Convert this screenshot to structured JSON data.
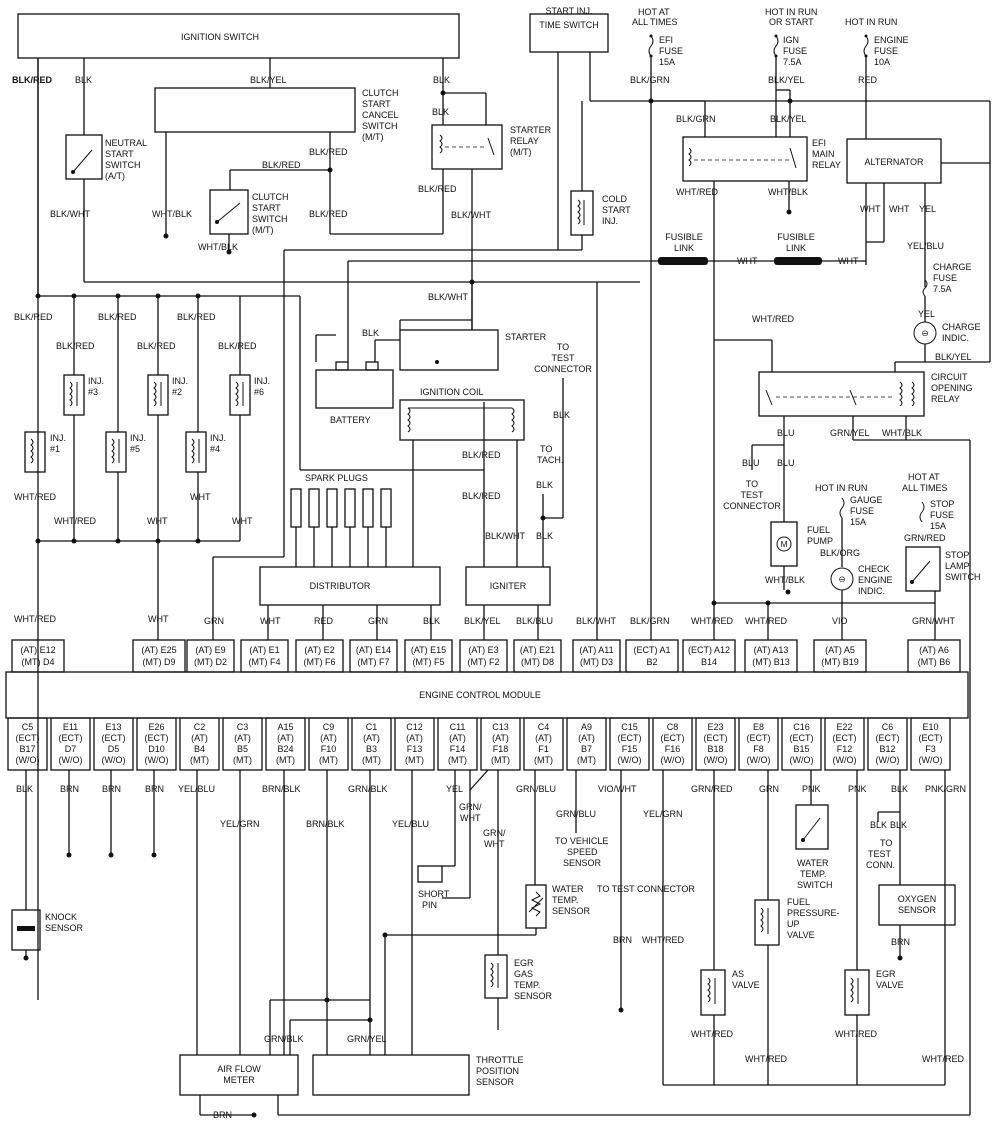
{
  "components": {
    "ignition_switch": "IGNITION SWITCH",
    "clutch_cancel": [
      "CLUTCH",
      "START",
      "CANCEL",
      "SWITCH",
      "(M/T)"
    ],
    "neutral_switch": [
      "NEUTRAL",
      "START",
      "SWITCH",
      "(A/T)"
    ],
    "clutch_start": [
      "CLUTCH",
      "START",
      "SWITCH",
      "(M/T)"
    ],
    "starter_relay": [
      "STARTER",
      "RELAY",
      "(M/T)"
    ],
    "start_inj_time": [
      "START INJ.",
      "TIME SWITCH"
    ],
    "cold_start": [
      "COLD",
      "START",
      "INJ."
    ],
    "efi_fuse": [
      "HOT AT",
      "ALL TIMES",
      "EFI",
      "FUSE",
      "15A"
    ],
    "ign_fuse": [
      "HOT IN RUN",
      "OR START",
      "IGN",
      "FUSE",
      "7.5A"
    ],
    "engine_fuse": [
      "HOT IN RUN",
      "ENGINE",
      "FUSE",
      "10A"
    ],
    "efi_main_relay": [
      "EFI",
      "MAIN",
      "RELAY"
    ],
    "alternator": "ALTERNATOR",
    "fusible_link": [
      "FUSIBLE",
      "LINK"
    ],
    "charge_fuse": [
      "CHARGE",
      "FUSE",
      "7.5A"
    ],
    "charge_indic": [
      "CHARGE",
      "INDIC."
    ],
    "starter": "STARTER",
    "battery": "BATTERY",
    "ignition_coil": "IGNITION COIL",
    "to_test_connector": [
      "TO",
      "TEST",
      "CONNECTOR"
    ],
    "to_tach": [
      "TO",
      "TACH."
    ],
    "circuit_opening_relay": [
      "CIRCUIT",
      "OPENING",
      "RELAY"
    ],
    "spark_plugs": "SPARK PLUGS",
    "distributor": "DISTRIBUTOR",
    "igniter": "IGNITER",
    "fuel_pump": [
      "FUEL",
      "PUMP"
    ],
    "gauge_fuse": [
      "HOT IN RUN",
      "GAUGE",
      "FUSE",
      "15A"
    ],
    "stop_fuse": [
      "HOT AT",
      "ALL TIMES",
      "STOP",
      "FUSE",
      "15A"
    ],
    "check_engine": [
      "CHECK",
      "ENGINE",
      "INDIC."
    ],
    "stop_lamp": [
      "STOP",
      "LAMP",
      "SWITCH"
    ],
    "ecm": "ENGINE CONTROL MODULE",
    "knock_sensor": [
      "KNOCK",
      "SENSOR"
    ],
    "short_pin": [
      "SHORT",
      "PIN"
    ],
    "water_temp_sensor": [
      "WATER",
      "TEMP.",
      "SENSOR"
    ],
    "to_vss": [
      "TO VEHICLE",
      "SPEED",
      "SENSOR"
    ],
    "to_test_conn_low": "TO TEST CONNECTOR",
    "egr_gas": [
      "EGR",
      "GAS",
      "TEMP.",
      "SENSOR"
    ],
    "as_valve": [
      "AS",
      "VALVE"
    ],
    "fuel_pressure_up": [
      "FUEL",
      "PRESSURE-",
      "UP",
      "VALVE"
    ],
    "water_temp_switch": [
      "WATER",
      "TEMP.",
      "SWITCH"
    ],
    "egr_valve": [
      "EGR",
      "VALVE"
    ],
    "to_test_conn_right": [
      "TO",
      "TEST",
      "CONN."
    ],
    "oxygen_sensor": [
      "OXYGEN",
      "SENSOR"
    ],
    "air_flow_meter": [
      "AIR FLOW",
      "METER"
    ],
    "tps": [
      "THROTTLE",
      "POSITION",
      "SENSOR"
    ],
    "injectors": {
      "inj1": "INJ.",
      "inj1n": "#1",
      "inj3": "INJ.",
      "inj3n": "#3",
      "inj5": "INJ.",
      "inj5n": "#5",
      "inj2": "INJ.",
      "inj2n": "#2",
      "inj4": "INJ.",
      "inj4n": "#4",
      "inj6": "INJ.",
      "inj6n": "#6"
    }
  },
  "wires": {
    "blk_red": "BLK/RED",
    "blk": "BLK",
    "blk_yel": "BLK/YEL",
    "blk_wht": "BLK/WHT",
    "wht_blk": "WHT/BLK",
    "blk_grn": "BLK/GRN",
    "wht_red": "WHT/RED",
    "red": "RED",
    "wht": "WHT",
    "yel": "YEL",
    "yel_blu": "YEL/BLU",
    "blu": "BLU",
    "grn_yel": "GRN/YEL",
    "grn": "GRN",
    "blk_blu": "BLK/BLU",
    "blk_org": "BLK/ORG",
    "grn_red": "GRN/RED",
    "vio": "VIO",
    "grn_wht": "GRN/WHT",
    "brn": "BRN",
    "brn_blk": "BRN/BLK",
    "yel_grn": "YEL/GRN",
    "grn_blk": "GRN/BLK",
    "grn_blu": "GRN/BLU",
    "vio_wht": "VIO/WHT",
    "pnk": "PNK",
    "pnk_grn": "PNK/GRN",
    "grn_wht_slash": "GRN/",
    "wht_only": "WHT"
  },
  "pins_top": [
    {
      "l1": "(AT) E12",
      "l2": "(MT) D4"
    },
    {
      "l1": "(AT) E25",
      "l2": "(MT) D9"
    },
    {
      "l1": "(AT) E9",
      "l2": "(MT) D2"
    },
    {
      "l1": "(AT) E1",
      "l2": "(MT) F4"
    },
    {
      "l1": "(AT) E2",
      "l2": "(MT) F6"
    },
    {
      "l1": "(AT) E14",
      "l2": "(MT) F7"
    },
    {
      "l1": "(AT) E15",
      "l2": "(MT) F5"
    },
    {
      "l1": "(AT) E3",
      "l2": "(MT) F2"
    },
    {
      "l1": "(AT) E21",
      "l2": "(MT) D8"
    },
    {
      "l1": "(AT) A11",
      "l2": "(MT) D3"
    },
    {
      "l1": "(ECT) A1",
      "l2": "B2"
    },
    {
      "l1": "(ECT) A12",
      "l2": "B14"
    },
    {
      "l1": "(AT) A13",
      "l2": "(MT) B13"
    },
    {
      "l1": "(AT) A5",
      "l2": "(MT) B19"
    },
    {
      "l1": "(AT) A6",
      "l2": "(MT) B6"
    }
  ],
  "pins_bottom": [
    {
      "l1": "C5",
      "l2": "(ECT)",
      "l3": "B17",
      "l4": "(W/O)"
    },
    {
      "l1": "E11",
      "l2": "(ECT)",
      "l3": "D7",
      "l4": "(W/O)"
    },
    {
      "l1": "E13",
      "l2": "(ECT)",
      "l3": "D5",
      "l4": "(W/O)"
    },
    {
      "l1": "E26",
      "l2": "(ECT)",
      "l3": "D10",
      "l4": "(W/O)"
    },
    {
      "l1": "C2",
      "l2": "(AT)",
      "l3": "B4",
      "l4": "(MT)"
    },
    {
      "l1": "C3",
      "l2": "(AT)",
      "l3": "B5",
      "l4": "(MT)"
    },
    {
      "l1": "A15",
      "l2": "(AT)",
      "l3": "B24",
      "l4": "(MT)"
    },
    {
      "l1": "C9",
      "l2": "(AT)",
      "l3": "F10",
      "l4": "(MT)"
    },
    {
      "l1": "C1",
      "l2": "(AT)",
      "l3": "B3",
      "l4": "(MT)"
    },
    {
      "l1": "C12",
      "l2": "(AT)",
      "l3": "F13",
      "l4": "(MT)"
    },
    {
      "l1": "C11",
      "l2": "(AT)",
      "l3": "F14",
      "l4": "(MT)"
    },
    {
      "l1": "C13",
      "l2": "(AT)",
      "l3": "F18",
      "l4": "(MT)"
    },
    {
      "l1": "C4",
      "l2": "(AT)",
      "l3": "F1",
      "l4": "(MT)"
    },
    {
      "l1": "A9",
      "l2": "(AT)",
      "l3": "B7",
      "l4": "(MT)"
    },
    {
      "l1": "C15",
      "l2": "(ECT)",
      "l3": "F15",
      "l4": "(W/O)"
    },
    {
      "l1": "C8",
      "l2": "(ECT)",
      "l3": "F16",
      "l4": "(W/O)"
    },
    {
      "l1": "E23",
      "l2": "(ECT)",
      "l3": "B18",
      "l4": "(W/O)"
    },
    {
      "l1": "E8",
      "l2": "(ECT)",
      "l3": "F8",
      "l4": "(W/O)"
    },
    {
      "l1": "C16",
      "l2": "(ECT)",
      "l3": "B15",
      "l4": "(W/O)"
    },
    {
      "l1": "E22",
      "l2": "(ECT)",
      "l3": "F12",
      "l4": "(W/O)"
    },
    {
      "l1": "C6",
      "l2": "(ECT)",
      "l3": "B12",
      "l4": "(W/O)"
    },
    {
      "l1": "E10",
      "l2": "(ECT)",
      "l3": "F3",
      "l4": "(W/O)"
    }
  ]
}
